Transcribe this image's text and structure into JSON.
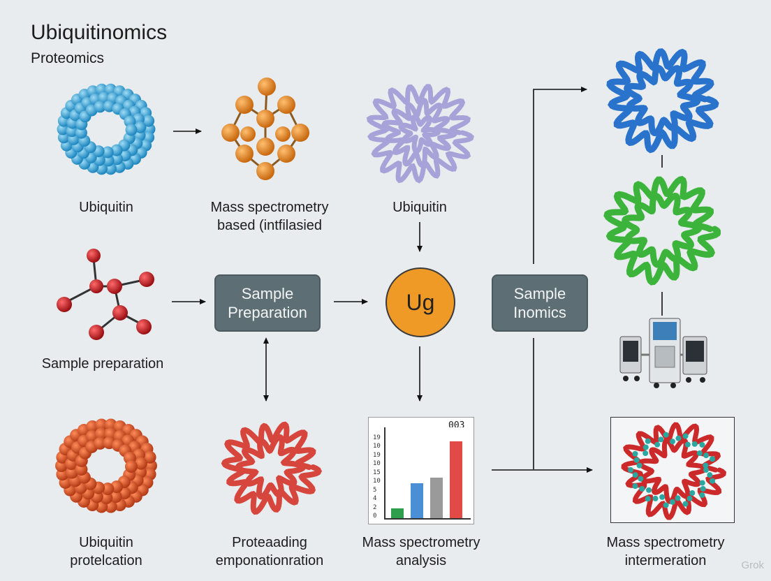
{
  "header": {
    "title": "Ubiquitinomics",
    "subtitle": "Proteomics"
  },
  "labels": {
    "ubiquitin_1": "Ubiquitin",
    "mass_spec_based_1": "Mass spectrometry",
    "mass_spec_based_2": "based (intfilasied",
    "ubiquitin_2": "Ubiquitin",
    "sample_prep_label": "Sample preparation",
    "ubiquitin_protelcation_1": "Ubiquitin",
    "ubiquitin_protelcation_2": "protelcation",
    "proteaading_1": "Proteaading",
    "proteaading_2": "emponationration",
    "ms_analysis_1": "Mass spectrometry",
    "ms_analysis_2": "analysis",
    "ms_intermeration_1": "Mass spectrometry",
    "ms_intermeration_2": "intermeration"
  },
  "boxes": {
    "sample_prep_1": "Sample",
    "sample_prep_2": "Preparation",
    "sample_inomics_1": "Sample",
    "sample_inomics_2": "Inomics"
  },
  "center_node": {
    "label": "Ug"
  },
  "chart_data": {
    "type": "bar",
    "title": "003",
    "y_ticks": [
      "0",
      "2",
      "4",
      "5",
      "10",
      "15",
      "10",
      "19",
      "10",
      "19"
    ],
    "categories": [
      "",
      "",
      "",
      ""
    ],
    "values": [
      1.3,
      4.6,
      5.4,
      10.2
    ],
    "ylim": [
      0,
      12
    ],
    "colors": [
      "#2e9e4d",
      "#4a8fd6",
      "#9a9a9a",
      "#e24a48"
    ]
  },
  "watermark": "Grok",
  "colors": {
    "background": "#e9ecee",
    "box": "#5d6e74",
    "node": "#ef9a26",
    "ubiquitin_blue": "#3aa3d4",
    "orange_molecule": "#e98a24",
    "lavender_protein": "#b7b4dd",
    "red_atoms": "#c8202a",
    "red_orange_molecule": "#dd5a30",
    "blue_protein": "#2a73cc",
    "green_protein": "#3cb43c"
  }
}
